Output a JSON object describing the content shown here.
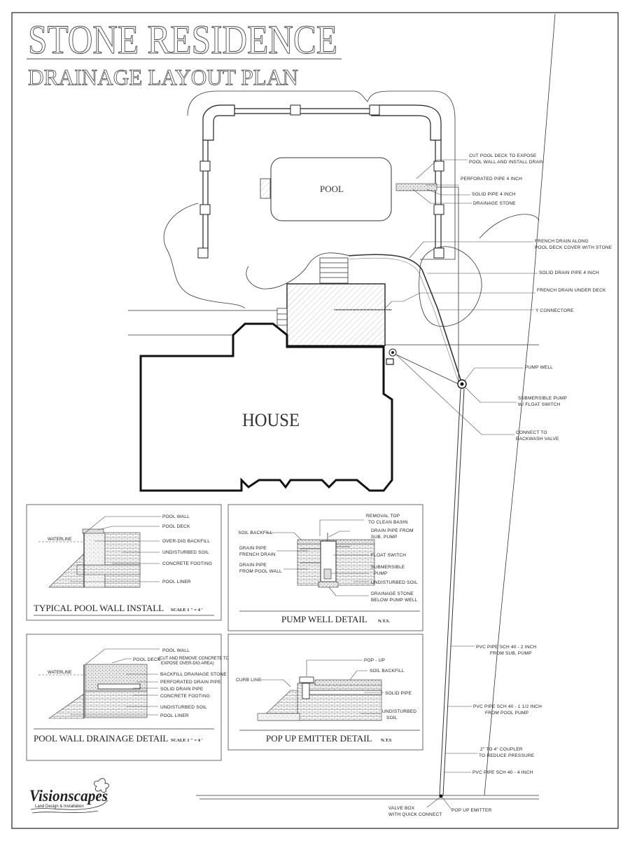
{
  "title": "STONE RESIDENCE",
  "subtitle": "DRAINAGE LAYOUT PLAN",
  "plan": {
    "pool": "POOL",
    "house": "HOUSE",
    "callouts": [
      "CUT POOL DECK TO EXPOSE",
      "POOL WALL AND INSTALL DRAIN",
      "PERFORATED PIPE 4 INCH",
      "SOLID PIPE 4 INCH",
      "DRAINAGE STONE",
      "FRENCH DRAIN ALONG",
      "POOL DECK COVER WITH STONE",
      "SOLID DRAIN PIPE 4 INCH",
      "FRENCH DRAIN UNDER DECK",
      "Y CONNECTORE",
      "PUMP WELL",
      "SUBMERSIBLE PUMP",
      "W/ FLOAT SWITCH",
      "CONNECT TO",
      "BACKWASH VALVE",
      "PVC PIPE SCH 40 - 2 INCH",
      "FROM SUB, PUMP",
      "PVC PIPE SCH 40 - 1 1/2 INCH",
      "FROM POOL PUMP",
      "2\" TO 4\" COUPLER",
      "TO REDUCE PRESSURE",
      "PVC PIPE SCH 40 - 4 INCH",
      "VALVE BOX",
      "WITH QUICK CONNECT",
      "POP UP EMITTER"
    ]
  },
  "details": {
    "pool_wall": {
      "title": "TYPICAL POOL WALL INSTALL",
      "scale": "SCALE 1 \" = 4 '",
      "labels": [
        "POOL WALL",
        "POOL DECK",
        "OVER-DIG BACKFILL",
        "UNDISTURBED SOIL",
        "CONCRETE FOOTING",
        "POOL LINER",
        "WATERLINE"
      ]
    },
    "pump_well": {
      "title": "PUMP WELL DETAIL",
      "scale": "N.T.S.",
      "labels": [
        "REMOVAL TOP",
        "TO CLEAN BASIN",
        "SOIL BACKFILL",
        "DRAIN PIPE FROM",
        "SUB, PUMP",
        "DRAIN PIPE",
        "FRENCH DRAIN",
        "FLOAT SWITCH",
        "DRAIN PIPE",
        "FROM POOL WALL",
        "SUBMERSIBLE",
        "PUMP",
        "UNDISTURBED SOIL",
        "DRAINAGE STONE",
        "BELOW PUMP WELL"
      ]
    },
    "pool_drainage": {
      "title": "POOL WALL DRAINAGE DETAIL",
      "scale": "SCALE 1 \" = 4 '",
      "labels": [
        "POOL WALL",
        "POOL DECK",
        "(CUT AND REMOVE CONCRETE TO",
        "EXPOSE OVER-DIG AREA)",
        "BACKFILL DRAINAGE STONE",
        "PERFORATED DRAIN PIPE",
        "SOLID DRAIN PIPE",
        "CONCRETE FOOTING",
        "UNDISTURBED SOIL",
        "POOL LINER",
        "WATERLINE"
      ]
    },
    "pop_up": {
      "title": "POP UP EMITTER DETAIL",
      "scale": "N.T.S",
      "labels": [
        "POP - UP",
        "SOIL BACKFILL",
        "CURB LINE",
        "SOLID PIPE",
        "UNDISTURBED",
        "SOIL"
      ]
    }
  },
  "logo": {
    "name": "Visionscapes",
    "tagline": "Land Design & Installation"
  }
}
